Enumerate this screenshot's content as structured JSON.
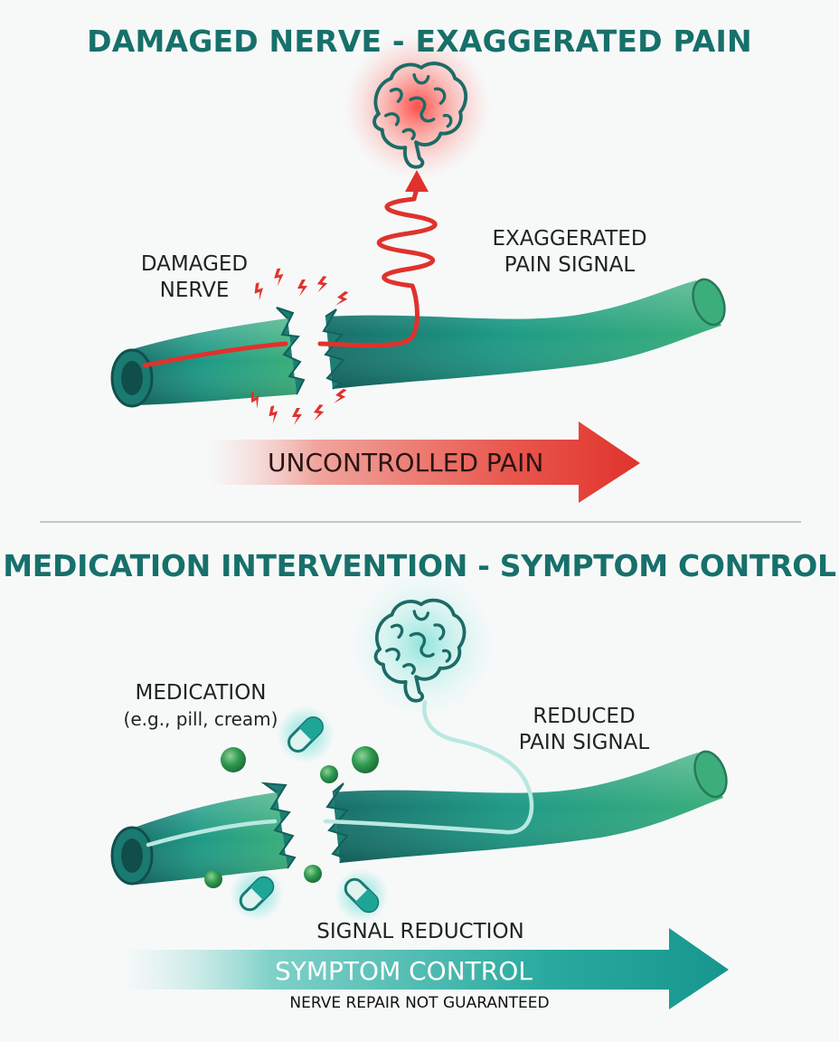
{
  "top_panel": {
    "title": "DAMAGED NERVE - EXAGGERATED PAIN",
    "damaged_nerve_label": [
      "DAMAGED",
      "NERVE"
    ],
    "signal_label": [
      "EXAGGERATED",
      "PAIN SIGNAL"
    ],
    "arrow_label": "UNCONTROLLED PAIN"
  },
  "bottom_panel": {
    "title": "MEDICATION INTERVENTION - SYMPTOM CONTROL",
    "medication_label": "MEDICATION",
    "medication_examples": "(e.g., pill, cream)",
    "signal_label": [
      "REDUCED",
      "PAIN SIGNAL"
    ],
    "reduction_label": "SIGNAL REDUCTION",
    "arrow_label": "SYMPTOM CONTROL",
    "disclaimer": "NERVE REPAIR NOT GUARANTEED"
  },
  "colors": {
    "title": "#17706a",
    "nerve_dark": "#156d67",
    "nerve_mid": "#1f9b87",
    "nerve_light": "#3cb37e",
    "pain_red": "#e0322c",
    "med_teal": "#2cc1b8",
    "med_green": "#2f9a4f",
    "arrow_teal": "#1a9e95"
  },
  "icons": [
    "brain-icon",
    "lightning-spark-icon",
    "pill-capsule-icon",
    "medication-sphere-icon",
    "arrow-right-icon"
  ]
}
